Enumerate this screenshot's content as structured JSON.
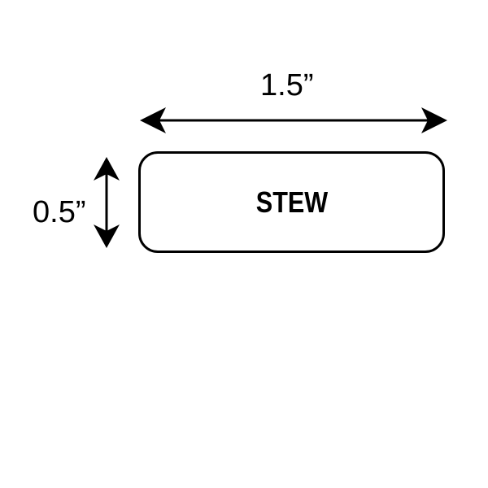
{
  "dimensions": {
    "width_label": "1.5”",
    "height_label": "0.5”"
  },
  "label": {
    "text": "STEW"
  },
  "colors": {
    "stroke": "#000000",
    "background": "#ffffff"
  },
  "icons": {
    "horizontal_arrow": "double-headed-arrow-horizontal",
    "vertical_arrow": "double-headed-arrow-vertical"
  }
}
